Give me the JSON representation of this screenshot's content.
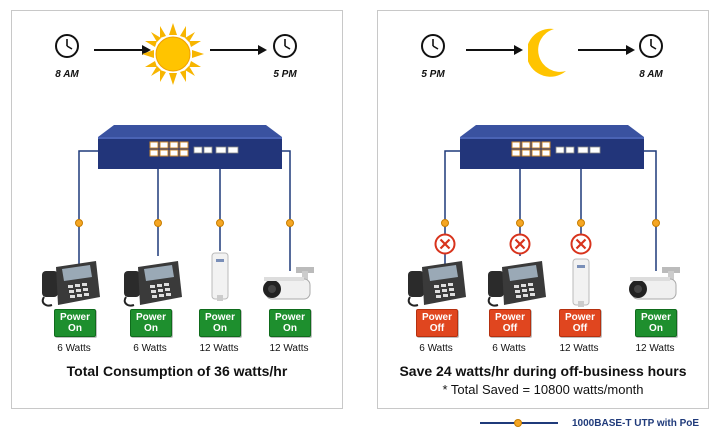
{
  "left_panel": {
    "start_time": "8 AM",
    "end_time": "5 PM",
    "sky_icon": "sun-icon",
    "devices": [
      {
        "icon": "ip-phone-icon",
        "status": [
          "Power",
          "On"
        ],
        "watts": "6 Watts",
        "powered": true
      },
      {
        "icon": "ip-phone-icon",
        "status": [
          "Power",
          "On"
        ],
        "watts": "6 Watts",
        "powered": true
      },
      {
        "icon": "access-point-icon",
        "status": [
          "Power",
          "On"
        ],
        "watts": "12 Watts",
        "powered": true
      },
      {
        "icon": "ip-camera-icon",
        "status": [
          "Power",
          "On"
        ],
        "watts": "12 Watts",
        "powered": true
      }
    ],
    "summary": "Total Consumption of 36 watts/hr"
  },
  "right_panel": {
    "start_time": "5 PM",
    "end_time": "8 AM",
    "sky_icon": "moon-icon",
    "devices": [
      {
        "icon": "ip-phone-icon",
        "status": [
          "Power",
          "Off"
        ],
        "watts": "6 Watts",
        "powered": false
      },
      {
        "icon": "ip-phone-icon",
        "status": [
          "Power",
          "Off"
        ],
        "watts": "6 Watts",
        "powered": false
      },
      {
        "icon": "access-point-icon",
        "status": [
          "Power",
          "Off"
        ],
        "watts": "12 Watts",
        "powered": false
      },
      {
        "icon": "ip-camera-icon",
        "status": [
          "Power",
          "On"
        ],
        "watts": "12 Watts",
        "powered": true
      }
    ],
    "summary": "Save 24 watts/hr during off-business hours",
    "summary_sub": "* Total Saved = 10800 watts/month"
  },
  "legend": {
    "label": "1000BASE-T UTP with PoE"
  },
  "colors": {
    "wire": "#1f3a7a",
    "poe_dot": "#f5a623",
    "power_on": "#1e8f2e",
    "power_off": "#e0461f",
    "switch_body": "#2b3f86"
  }
}
